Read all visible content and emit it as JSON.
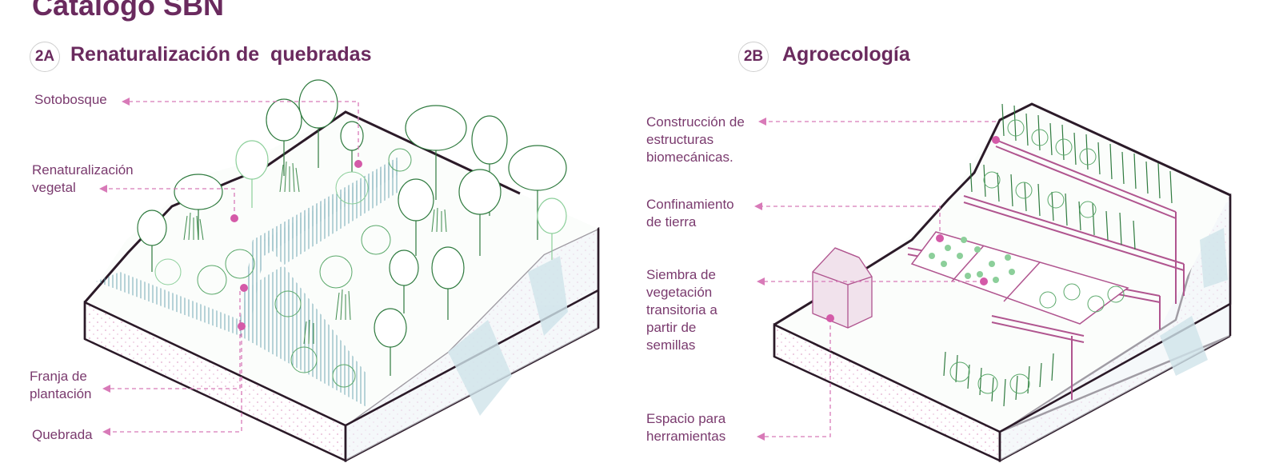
{
  "title": "Catalogo SBN",
  "colors": {
    "brand": "#6a2a5e",
    "label": "#7a3a6e",
    "leader": "#d87ab8",
    "marker": "#d45aa8",
    "water": "#5b9aa8",
    "vegetation": "#2e7a3e",
    "vegetation_light": "#8ccf9a",
    "soil": "#e9c6de",
    "structure": "#b0558f"
  },
  "panel_a": {
    "badge": "2A",
    "heading": "Renaturalización de  quebradas",
    "labels": {
      "sotobosque": "Sotobosque",
      "renat_1": "Renaturalización",
      "renat_2": "vegetal",
      "franja_1": "Franja de",
      "franja_2": "plantación",
      "quebrada": "Quebrada"
    }
  },
  "panel_b": {
    "badge": "2B",
    "heading": "Agroecología",
    "labels": {
      "construccion_1": "Construcción de",
      "construccion_2": "estructuras",
      "construccion_3": "biomecánicas.",
      "confinamiento_1": "Confinamiento",
      "confinamiento_2": "de tierra",
      "siembra_1": "Siembra de",
      "siembra_2": "vegetación",
      "siembra_3": "transitoria a",
      "siembra_4": "partir de",
      "siembra_5": "semillas",
      "espacio_1": "Espacio para",
      "espacio_2": "herramientas"
    }
  }
}
